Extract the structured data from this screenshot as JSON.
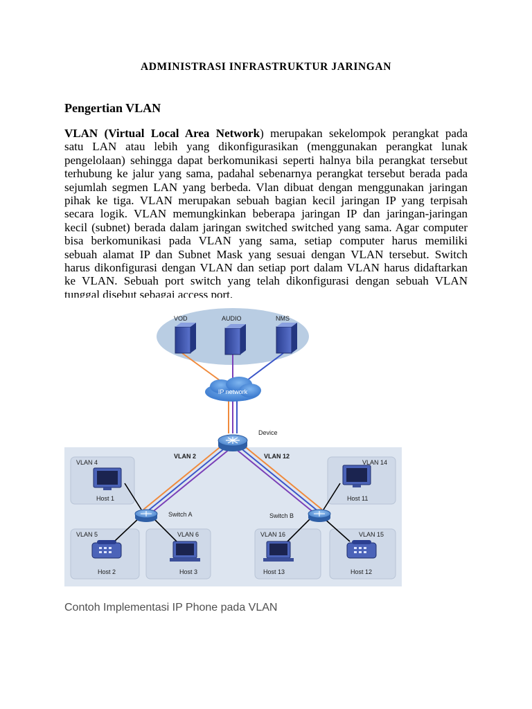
{
  "document": {
    "title": "ADMINISTRASI INFRASTRUKTUR JARINGAN",
    "section_heading": "Pengertian VLAN",
    "paragraph_lines": [
      [
        "",
        "VLAN (",
        "Virtual Local Area Network",
        ") merupakan sekelompok perangkat pada"
      ],
      "satu LAN atau lebih yang dikonfigurasikan (menggunakan perangkat lunak",
      "pengelolaan) sehingga dapat berkomunikasi seperti halnya bila perangkat tersebut",
      "terhubung ke jalur yang sama, padahal sebenarnya perangkat tersebut berada pada",
      "sejumlah segmen LAN yang berbeda. Vlan dibuat dengan menggunakan jaringan",
      "pihak ke tiga. VLAN merupakan sebuah bagian kecil jaringan IP yang terpisah",
      "secara logik. VLAN memungkinkan beberapa jaringan IP dan jaringan-jaringan",
      "kecil (subnet) berada dalam jaringan switched switched yang sama. Agar computer",
      "bisa berkomunikasi pada VLAN yang sama, setiap computer harus memiliki",
      "sebuah alamat IP dan Subnet Mask yang sesuai dengan VLAN tersebut. Switch",
      "harus dikonfigurasi dengan VLAN dan setiap port dalam VLAN harus didaftarkan",
      "ke VLAN. Sebuah port switch yang telah dikonfigurasi dengan sebuah VLAN",
      "tunggal disebut sebagai access port."
    ],
    "caption": "Contoh Implementasi IP Phone pada VLAN"
  },
  "diagram": {
    "servers": {
      "vod": "VOD",
      "audio": "AUDIO",
      "nms": "NMS"
    },
    "cloud_label": "IP network",
    "device_label": "Device",
    "trunk_labels": {
      "left": "VLAN 2",
      "right": "VLAN 12"
    },
    "switch_a_label": "Switch A",
    "switch_b_label": "Switch B",
    "vlan_boxes": {
      "vlan4": "VLAN 4",
      "vlan5": "VLAN 5",
      "vlan6": "VLAN 6",
      "vlan14": "VLAN 14",
      "vlan16": "VLAN 16",
      "vlan15": "VLAN 15"
    },
    "hosts": {
      "host1": "Host 1",
      "host2": "Host 2",
      "host3": "Host 3",
      "host11": "Host 11",
      "host13": "Host 13",
      "host12": "Host 12"
    },
    "colors": {
      "link_orange": "#f08a3c",
      "link_purple": "#7a3fb8",
      "link_blue": "#3a55c8",
      "server_blue": "#3f56b0",
      "ellipse_fill": "#b9cde3",
      "box_fill": "#cfd9e8"
    }
  }
}
